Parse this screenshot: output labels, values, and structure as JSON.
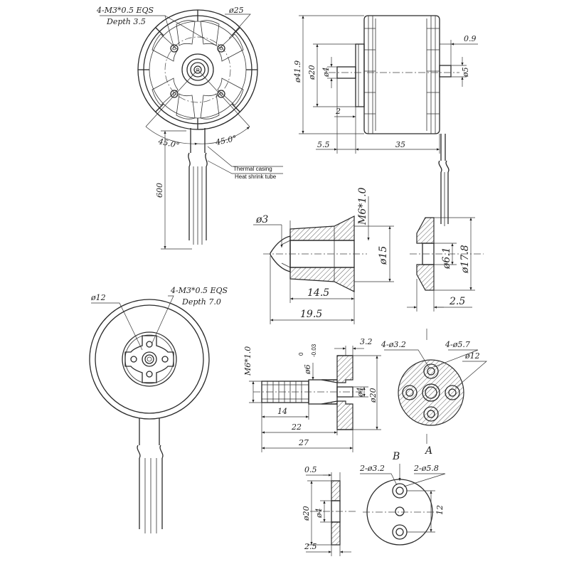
{
  "top_left": {
    "thread_note": "4-M3*0.5 EQS",
    "depth_note": "Depth 3.5",
    "dia_25": "ø25",
    "angle_left": "45.0°",
    "angle_right": "45.0°",
    "thermal_casing": "Thermal casing",
    "heat_shrink": "Heat shrink tube",
    "lead_length": "600"
  },
  "side_view": {
    "dia_41_9": "ø41.9",
    "dia_20": "ø20",
    "dia_4": "ø4",
    "dia_5": "ø5",
    "dim_0_9": "0.9",
    "dim_2": "2",
    "dim_5_5": "5.5",
    "dim_35": "35"
  },
  "prop_nut": {
    "dia_3": "ø3",
    "thread": "M6*1.0",
    "dia_15": "ø15",
    "len_14_5": "14.5",
    "len_19_5": "19.5"
  },
  "washer": {
    "dia_6_1": "ø6.1",
    "dia_17_8": "ø17.8",
    "thick_2_5": "2.5"
  },
  "bottom_left": {
    "dia_12": "ø12",
    "thread_note": "4-M3*0.5 EQS",
    "depth_note": "Depth 7.0"
  },
  "prop_adapter": {
    "thread": "M6*1.0",
    "dim_3_2": "3.2",
    "dia_6": "ø6",
    "tol_upper": "0",
    "tol_lower": "-0.03",
    "dia_4": "ø4",
    "dia_20": "ø20",
    "len_14": "14",
    "len_22": "22",
    "len_27": "27"
  },
  "adapter_face": {
    "holes_3_2": "4-ø3.2",
    "holes_5_7": "4-ø5.7",
    "dia_12": "ø12",
    "section_label": "A"
  },
  "bottom_plate": {
    "thick_0_5": "0.5",
    "dia_20": "ø20",
    "dia_4": "ø4",
    "thick_2_5": "2.5"
  },
  "bottom_face": {
    "view_label": "B",
    "holes_3_2": "2-ø3.2",
    "holes_5_8": "2-ø5.8",
    "dim_12": "12"
  }
}
